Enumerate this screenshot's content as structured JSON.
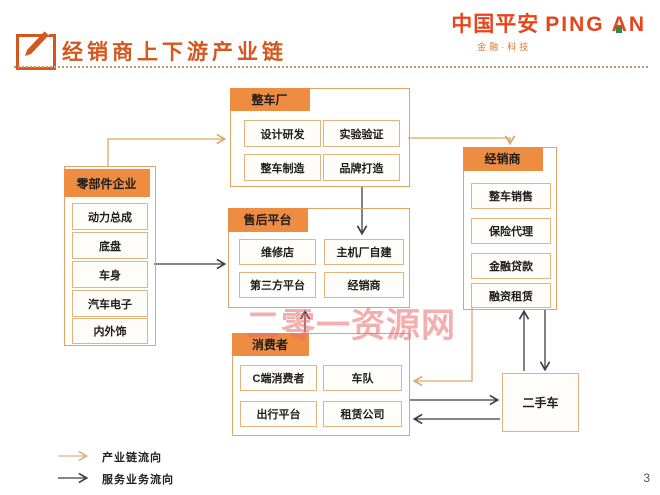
{
  "header": {
    "title": "经销商上下游产业链"
  },
  "logo": {
    "cn": "中国平安",
    "en": "PING AN",
    "sub": "金融·科技"
  },
  "page_number": "3",
  "watermark": "二零一资源网",
  "groups": [
    {
      "id": "oem",
      "label": "整车厂",
      "items": [
        "设计研发",
        "实验验证",
        "整车制造",
        "品牌打造"
      ]
    },
    {
      "id": "parts",
      "label": "零部件企业",
      "items": [
        "动力总成",
        "底盘",
        "车身",
        "汽车电子",
        "内外饰"
      ]
    },
    {
      "id": "aftersales",
      "label": "售后平台",
      "items": [
        "维修店",
        "主机厂自建",
        "第三方平台",
        "经销商"
      ]
    },
    {
      "id": "dealer",
      "label": "经销商",
      "items": [
        "整车销售",
        "保险代理",
        "金融贷款",
        "融资租赁"
      ]
    },
    {
      "id": "consumer",
      "label": "消费者",
      "items": [
        "C端消费者",
        "车队",
        "出行平台",
        "租赁公司"
      ]
    }
  ],
  "used_car": {
    "label": "二手车"
  },
  "legend": [
    {
      "label": "产业链流向",
      "color": "#dfb286"
    },
    {
      "label": "服务业务流向",
      "color": "#3f3f3f"
    }
  ],
  "colors": {
    "accent": "#d4571e",
    "tab_fill": "#ee8c42",
    "group_border": "#e2a364",
    "item_border": "#e4b47c",
    "industry_flow": "#dfa668",
    "service_flow": "#3f3f3f",
    "watermark": "#ed6b6b"
  }
}
